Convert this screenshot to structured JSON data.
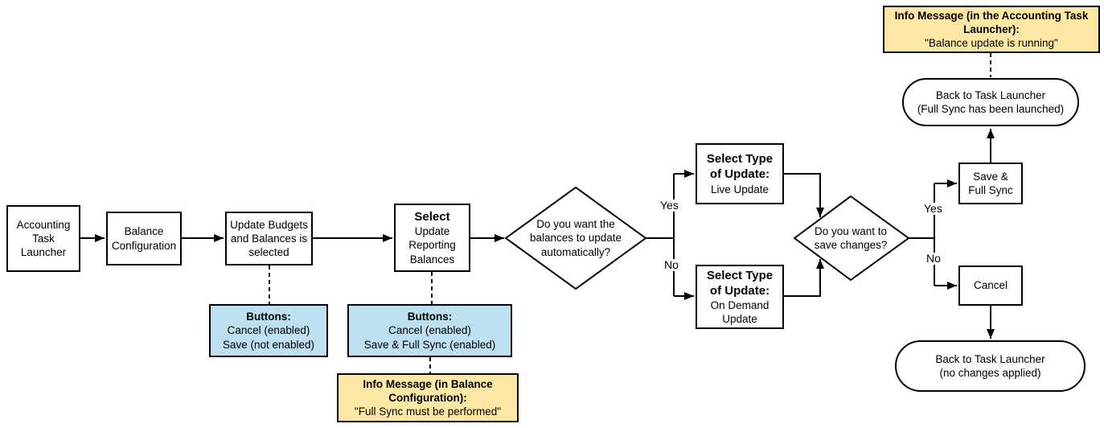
{
  "diagram": {
    "type": "flowchart",
    "colors": {
      "line": "#000000",
      "node_border": "#000000",
      "node_fill": "#FFFFFF",
      "buttons_note_fill": "#BDE0F1",
      "info_note_fill": "#FCE8A4"
    },
    "nodes": {
      "accounting": {
        "l1": "Accounting",
        "l2": "Task",
        "l3": "Launcher"
      },
      "balance_config": {
        "l1": "Balance",
        "l2": "Configuration"
      },
      "update_budgets": {
        "l1": "Update Budgets",
        "l2": "and Balances is",
        "l3": "selected"
      },
      "select_update": {
        "title": "Select",
        "l1": "Update",
        "l2": "Reporting",
        "l3": "Balances"
      },
      "decision_auto": {
        "l1": "Do you want the",
        "l2": "balances to update",
        "l3": "automatically?"
      },
      "type_live": {
        "b1": "Select Type",
        "b2": "of Update:",
        "l1": "Live Update"
      },
      "type_ondemand": {
        "b1": "Select Type",
        "b2": "of Update:",
        "l1": "On Demand",
        "l2": "Update"
      },
      "decision_save": {
        "l1": "Do you want to",
        "l2": "save changes?"
      },
      "save_full_sync": {
        "l1": "Save &",
        "l2": "Full Sync"
      },
      "cancel": {
        "l1": "Cancel"
      },
      "back_full_sync": {
        "l1": "Back to Task Launcher",
        "l2": "(Full Sync has been launched)"
      },
      "back_no_changes": {
        "l1": "Back to Task Launcher",
        "l2": "(no changes applied)"
      },
      "buttons_balance_config": {
        "title": "Buttons:",
        "l1": "Cancel (enabled)",
        "l2": "Save (not enabled)"
      },
      "buttons_select": {
        "title": "Buttons:",
        "l1": "Cancel (enabled)",
        "l2": "Save & Full Sync (enabled)"
      },
      "info_balance_config": {
        "b1": "Info Message (in Balance",
        "b2": "Configuration):",
        "l1": "\"Full Sync must be performed\""
      },
      "info_task_launcher": {
        "b1": "Info Message (in the Accounting Task",
        "b2": "Launcher):",
        "l1": "\"Balance update is running\""
      }
    },
    "edge_labels": {
      "auto_yes": "Yes",
      "auto_no": "No",
      "save_yes": "Yes",
      "save_no": "No"
    }
  }
}
